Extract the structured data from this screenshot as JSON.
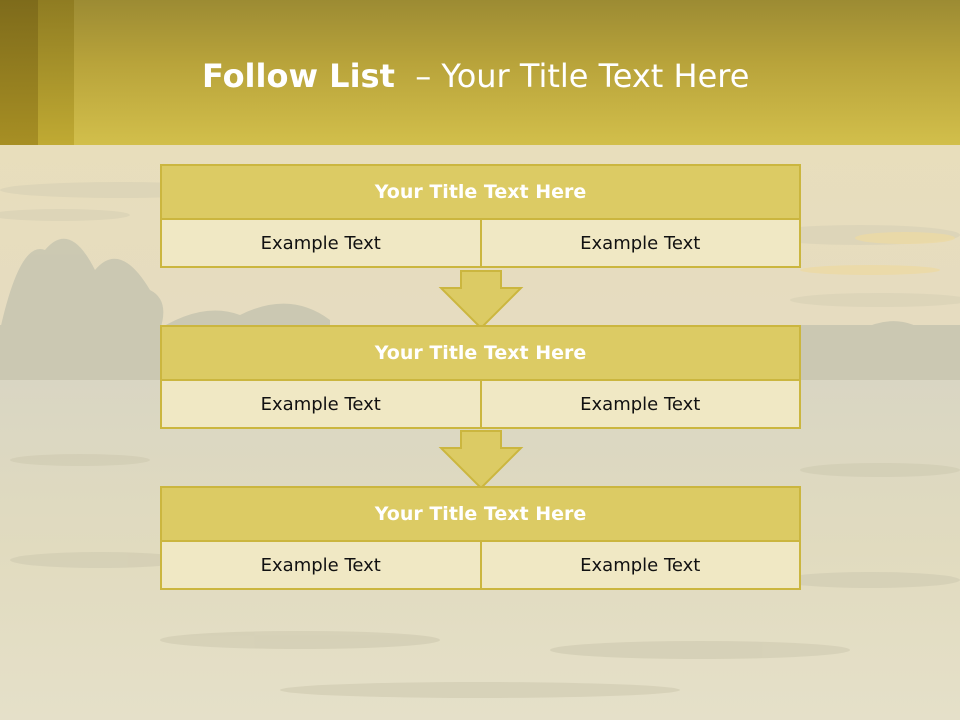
{
  "slide": {
    "title_bold": "Follow List",
    "title_rest": "– Your Title Text Here"
  },
  "blocks": [
    {
      "title": "Your Title Text Here",
      "left": "Example Text",
      "right": "Example Text"
    },
    {
      "title": "Your Title Text Here",
      "left": "Example Text",
      "right": "Example Text"
    },
    {
      "title": "Your Title Text Here",
      "left": "Example Text",
      "right": "Example Text"
    }
  ],
  "colors": {
    "header": "#c8b444",
    "block_title_fill": "#dccb64",
    "cell_fill": "#f0e8c4",
    "border": "#cbb63f"
  }
}
